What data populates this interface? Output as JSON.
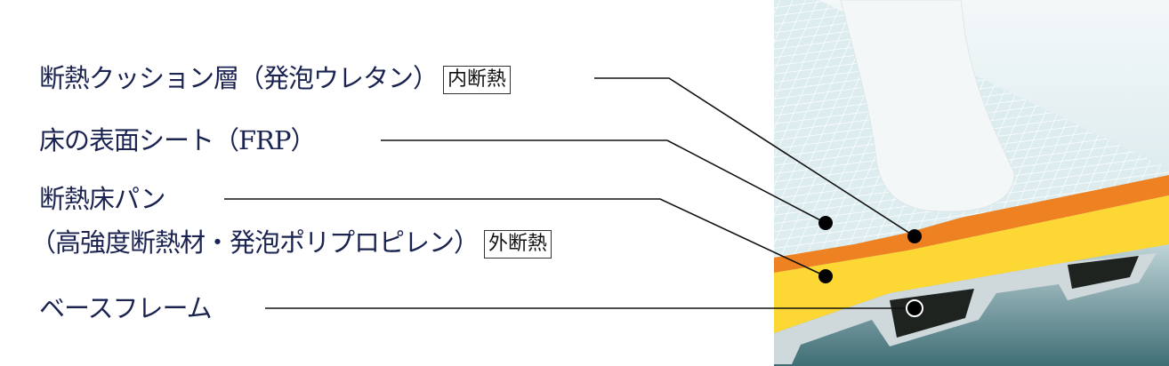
{
  "labels": [
    {
      "text": "断熱クッション層（発泡ウレタン）",
      "tag": "内断熱"
    },
    {
      "text": "床の表面シート（FRP）"
    },
    {
      "text": "断熱床パン"
    },
    {
      "text": "（高強度断熱材・発泡ポリプロピレン）",
      "tag": "外断熱"
    },
    {
      "text": "ベースフレーム"
    }
  ],
  "colors": {
    "text": "#1b2350",
    "orange": "#ee8122",
    "yellow": "#fdd835",
    "tile": "#dfeef0"
  }
}
